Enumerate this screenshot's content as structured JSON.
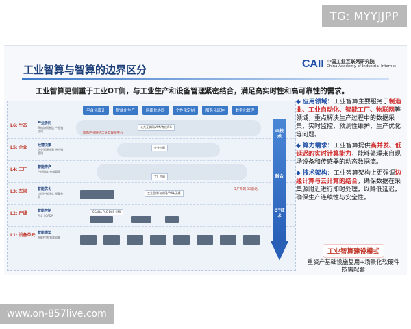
{
  "watermarks": {
    "top": "TG: MYYJJPP",
    "bottom": "www.on-857live.com"
  },
  "slide": {
    "title": "工业智算与智算的边界区分",
    "logo": {
      "mark": "CAII",
      "name_cn": "中国工业互联网研究院",
      "name_en": "China Academy of Industrial Internet"
    },
    "subtitle": "工业智算更侧重于工业OT侧，与工业生产和设备管理紧密结合，满足高实时性和高可靠性的需求。",
    "diagram": {
      "top_boxes": [
        "平台化设计",
        "智能化生产",
        "网络化协同",
        "个性化定制",
        "服务化延伸",
        "数字化管理"
      ],
      "levels": [
        {
          "label": "L6: 生态",
          "desc": "产业协同",
          "sub": "网络协同制造 产业链协同",
          "note": "面向产业链的工业互联网平台",
          "chip": "公共互联网/VPN/专线/5G"
        },
        {
          "label": "L5: 企业",
          "desc": "经营决策",
          "sub": "企业资源计划 供应链管理",
          "note": "",
          "chip": "企业内网"
        },
        {
          "label": "L4: 工厂",
          "desc": "智能排产",
          "sub": "产线调度 仓储管理",
          "note": "",
          "chip": "工厂内网"
        },
        {
          "label": "L3: 车间",
          "desc": "智能优化",
          "sub": "过程控制优化 质量检测",
          "note": "工厂专网 5G基站",
          "chip": "工业总线/以太网/PON/无线"
        },
        {
          "label": "L2: 产线",
          "desc": "智能控制",
          "sub": "PLC SCADA",
          "note": "",
          "chip": "SCADA PLC DCS HMI"
        },
        {
          "label": "L1: 设备单元",
          "desc": "智能感知",
          "sub": "智能传感 智能设备",
          "note": "",
          "chip": ""
        }
      ],
      "arrow": {
        "top": "IT技术",
        "middle": "融合",
        "bottom": "OT技术"
      }
    },
    "points": [
      {
        "head": "应用领域：",
        "pre": "工业智算主要服务于",
        "highlight": "制造业、工业自动化、智能工厂、物联网",
        "post": "等领域，重点解决生产过程中的数据采集、实时监控、预测性维护、生产优化等问题。"
      },
      {
        "head": "算力需求：",
        "pre": "工业智算提供",
        "highlight": "高并发、低延迟的实时计算能力",
        "post": "，能够处理来自现场设备和传感器的动态数据流。"
      },
      {
        "head": "技术架构：",
        "pre": "工业智算架构上更强调",
        "highlight": "边缘计算与云计算的结合",
        "post": "，确保数据在采集源附近进行即时处理，以降低延迟，确保生产连续性与安全性。"
      }
    ],
    "mode": {
      "title": "工业智算建设模式",
      "desc": "重资产基础设施复用+场景化软硬件按需配套"
    }
  }
}
